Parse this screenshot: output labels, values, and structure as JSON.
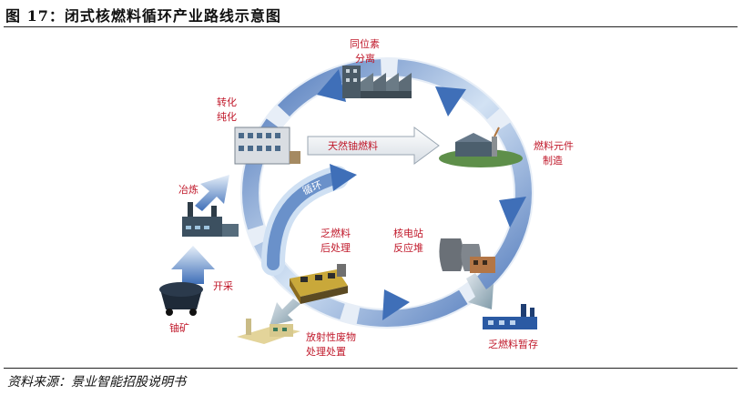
{
  "title": "图 17：闭式核燃料循环产业路线示意图",
  "source": "资料来源：景业智能招股说明书",
  "nodes": {
    "isotope_separation": [
      "同位素",
      "分离"
    ],
    "conversion_purification": [
      "转化",
      "纯化"
    ],
    "fuel_element_manufacturing": [
      "燃料元件",
      "制造"
    ],
    "smelting": "冶炼",
    "mining": "开采",
    "uranium_mine": "铀矿",
    "spent_fuel_reprocessing": [
      "乏燃料",
      "后处理"
    ],
    "nuclear_plant_reactor": [
      "核电站",
      "反应堆"
    ],
    "radioactive_waste": [
      "放射性废物",
      "处理处置"
    ],
    "spent_fuel_storage": "乏燃料暂存"
  },
  "arrows": {
    "natural_uranium_fuel": "天然铀燃料",
    "cycle": "循环"
  },
  "colors": {
    "label_red": "#c0182a",
    "arrow_blue_dark": "#3f6fb8",
    "arrow_blue_light": "#cfe0f3",
    "ring_light": "#e3edf8"
  }
}
